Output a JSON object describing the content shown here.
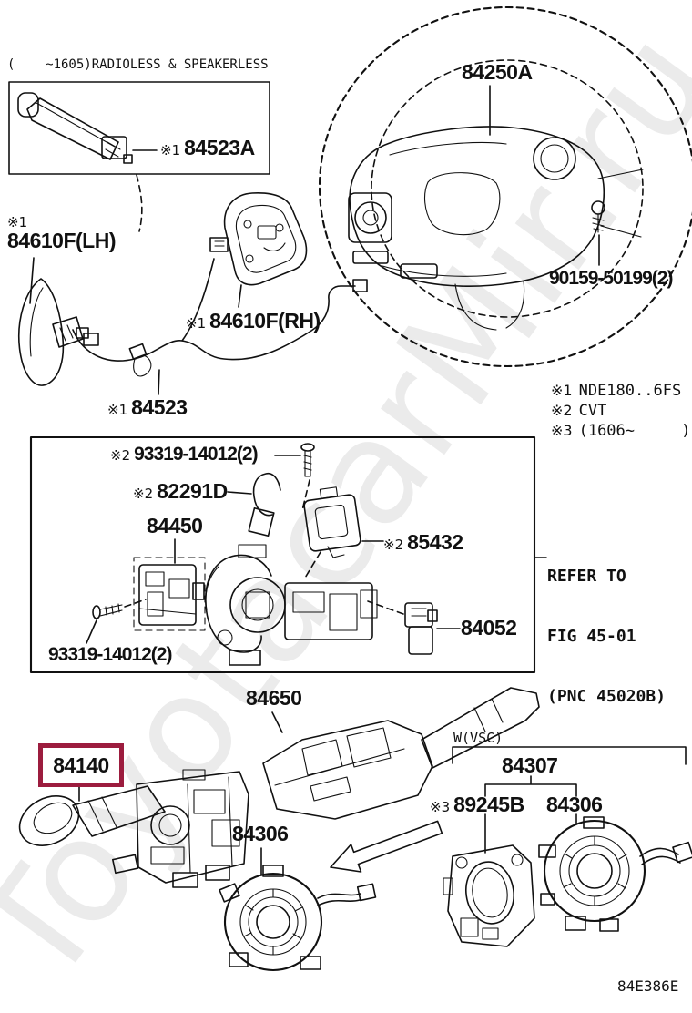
{
  "watermark": "ToyotacarMir.ru",
  "diagram_code": "84E386E",
  "header": {
    "variant_note": "(    ~1605)RADIOLESS & SPEAKERLESS"
  },
  "notes": [
    {
      "marker": "※1",
      "text": "NDE180..6FS"
    },
    {
      "marker": "※2",
      "text": "CVT"
    },
    {
      "marker": "※3",
      "text": "(1606~     )"
    }
  ],
  "refer_note": {
    "line1": "REFER TO",
    "line2": "FIG 45-01",
    "line3": "(PNC 45020B)"
  },
  "labels": {
    "p84523A": {
      "marker": "※1",
      "number": "84523A"
    },
    "p84250A": {
      "number": "84250A"
    },
    "p90159": {
      "number": "90159-50199(2)"
    },
    "p84610F_LH": {
      "marker": "※1",
      "number": "84610F(LH)"
    },
    "p84610F_RH": {
      "marker": "※1",
      "number": "84610F(RH)"
    },
    "p84523": {
      "marker": "※1",
      "number": "84523"
    },
    "p93319_top": {
      "marker": "※2",
      "number": "93319-14012(2)"
    },
    "p82291D": {
      "marker": "※2",
      "number": "82291D"
    },
    "p84450": {
      "number": "84450"
    },
    "p85432": {
      "marker": "※2",
      "number": "85432"
    },
    "p84052": {
      "number": "84052"
    },
    "p93319_bottom": {
      "number": "93319-14012(2)"
    },
    "p84650": {
      "number": "84650"
    },
    "p84140": {
      "number": "84140"
    },
    "p84306_center": {
      "number": "84306"
    },
    "group_wvsc": {
      "text": "W(VSC)"
    },
    "p84307": {
      "number": "84307"
    },
    "p89245B": {
      "marker": "※3",
      "number": "89245B"
    },
    "p84306_right": {
      "number": "84306"
    }
  },
  "colors": {
    "highlight_box": "#9c1c3e",
    "diagram_lines": "#111111",
    "watermark_text": "#ebebeb"
  }
}
